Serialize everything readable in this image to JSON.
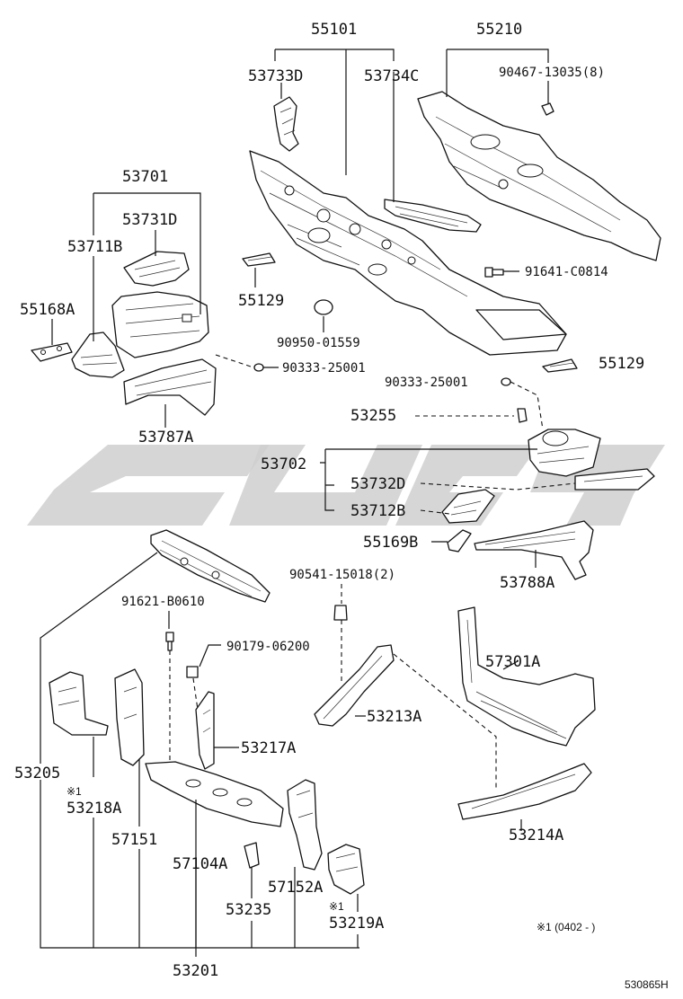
{
  "labels": {
    "p55101": "55101",
    "p55210": "55210",
    "p53733D": "53733D",
    "p53734C": "53734C",
    "p90467": "90467-13035(8)",
    "p53701": "53701",
    "p53731D": "53731D",
    "p53711B": "53711B",
    "p55168A": "55168A",
    "p55129a": "55129",
    "p91641": "91641-C0814",
    "p90950": "90950-01559",
    "p90333a": "90333-25001",
    "p55129b": "55129",
    "p90333b": "90333-25001",
    "p53787A": "53787A",
    "p53255": "53255",
    "p53702": "53702",
    "p53732D": "53732D",
    "p53712B": "53712B",
    "p55169B": "55169B",
    "p53788A": "53788A",
    "p90541": "90541-15018(2)",
    "p91621": "91621-B0610",
    "p90179": "90179-06200",
    "p57301A": "57301A",
    "p53213A": "53213A",
    "p53217A": "53217A",
    "p53205": "53205",
    "p53218A_note": "※1",
    "p53218A": "53218A",
    "p57151": "57151",
    "p57104A": "57104A",
    "p57152A": "57152A",
    "p53235": "53235",
    "p53219A_note": "※1",
    "p53219A": "53219A",
    "p53214A": "53214A",
    "p53201": "53201",
    "footnote": "※1 (0402 -      )",
    "diagram_ref": "530865H"
  }
}
